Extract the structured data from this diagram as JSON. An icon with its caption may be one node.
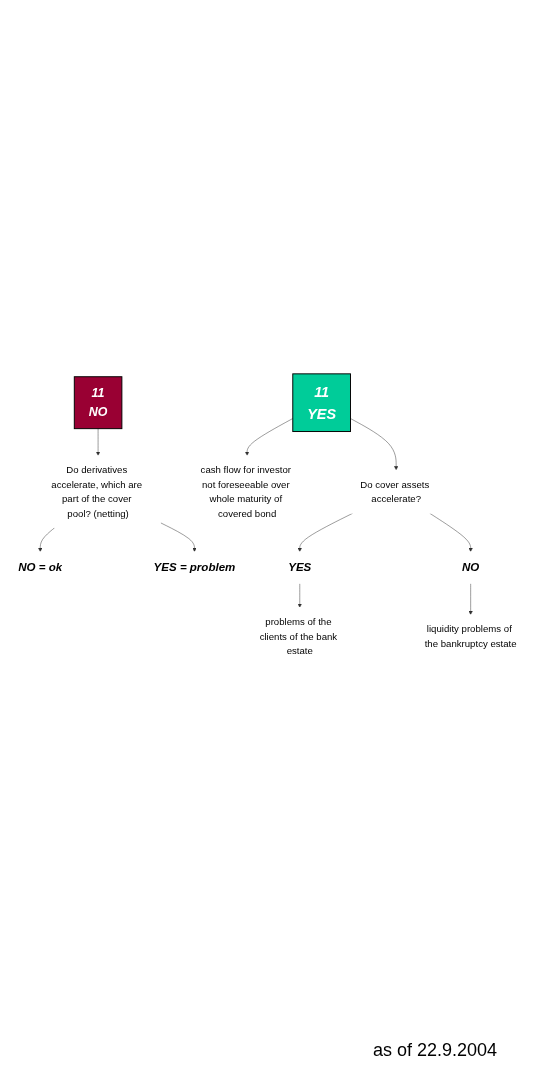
{
  "diagram": {
    "nodes": [
      {
        "text": [
          "11",
          "NO"
        ]
      },
      {
        "text": [
          "Do derivatives accelerate, which are part of the cover pool? (netting)"
        ]
      },
      {
        "text": [
          "NO = ok"
        ]
      },
      {
        "text": [
          "YES = problem"
        ]
      },
      {
        "text": [
          "11",
          "YES"
        ]
      },
      {
        "text": [
          "cash flow for investor not foreseeable over whole maturity of covered bond"
        ]
      },
      {
        "text": [
          "Do cover assets accelerate?"
        ]
      },
      {
        "text": [
          "YES"
        ]
      },
      {
        "text": [
          "NO"
        ]
      },
      {
        "text": [
          "problems of the clients of the bank estate"
        ]
      },
      {
        "text": [
          "liquidity problems of the bankruptcy estate"
        ]
      }
    ],
    "edges": [
      {
        "from": 0,
        "to": 1,
        "arrow": "to"
      },
      {
        "from": 1,
        "to": 2,
        "arrow": "to"
      },
      {
        "from": 1,
        "to": 3,
        "arrow": "to"
      },
      {
        "from": 4,
        "to": 5,
        "arrow": "to"
      },
      {
        "from": 4,
        "to": 6,
        "arrow": "to"
      },
      {
        "from": 6,
        "to": 7,
        "arrow": "to"
      },
      {
        "from": 6,
        "to": 8,
        "arrow": "to"
      },
      {
        "from": 7,
        "to": 9,
        "arrow": "to"
      },
      {
        "from": 8,
        "to": 10,
        "arrow": "to"
      }
    ],
    "labels": [
      "as of 22.9.2004"
    ]
  }
}
